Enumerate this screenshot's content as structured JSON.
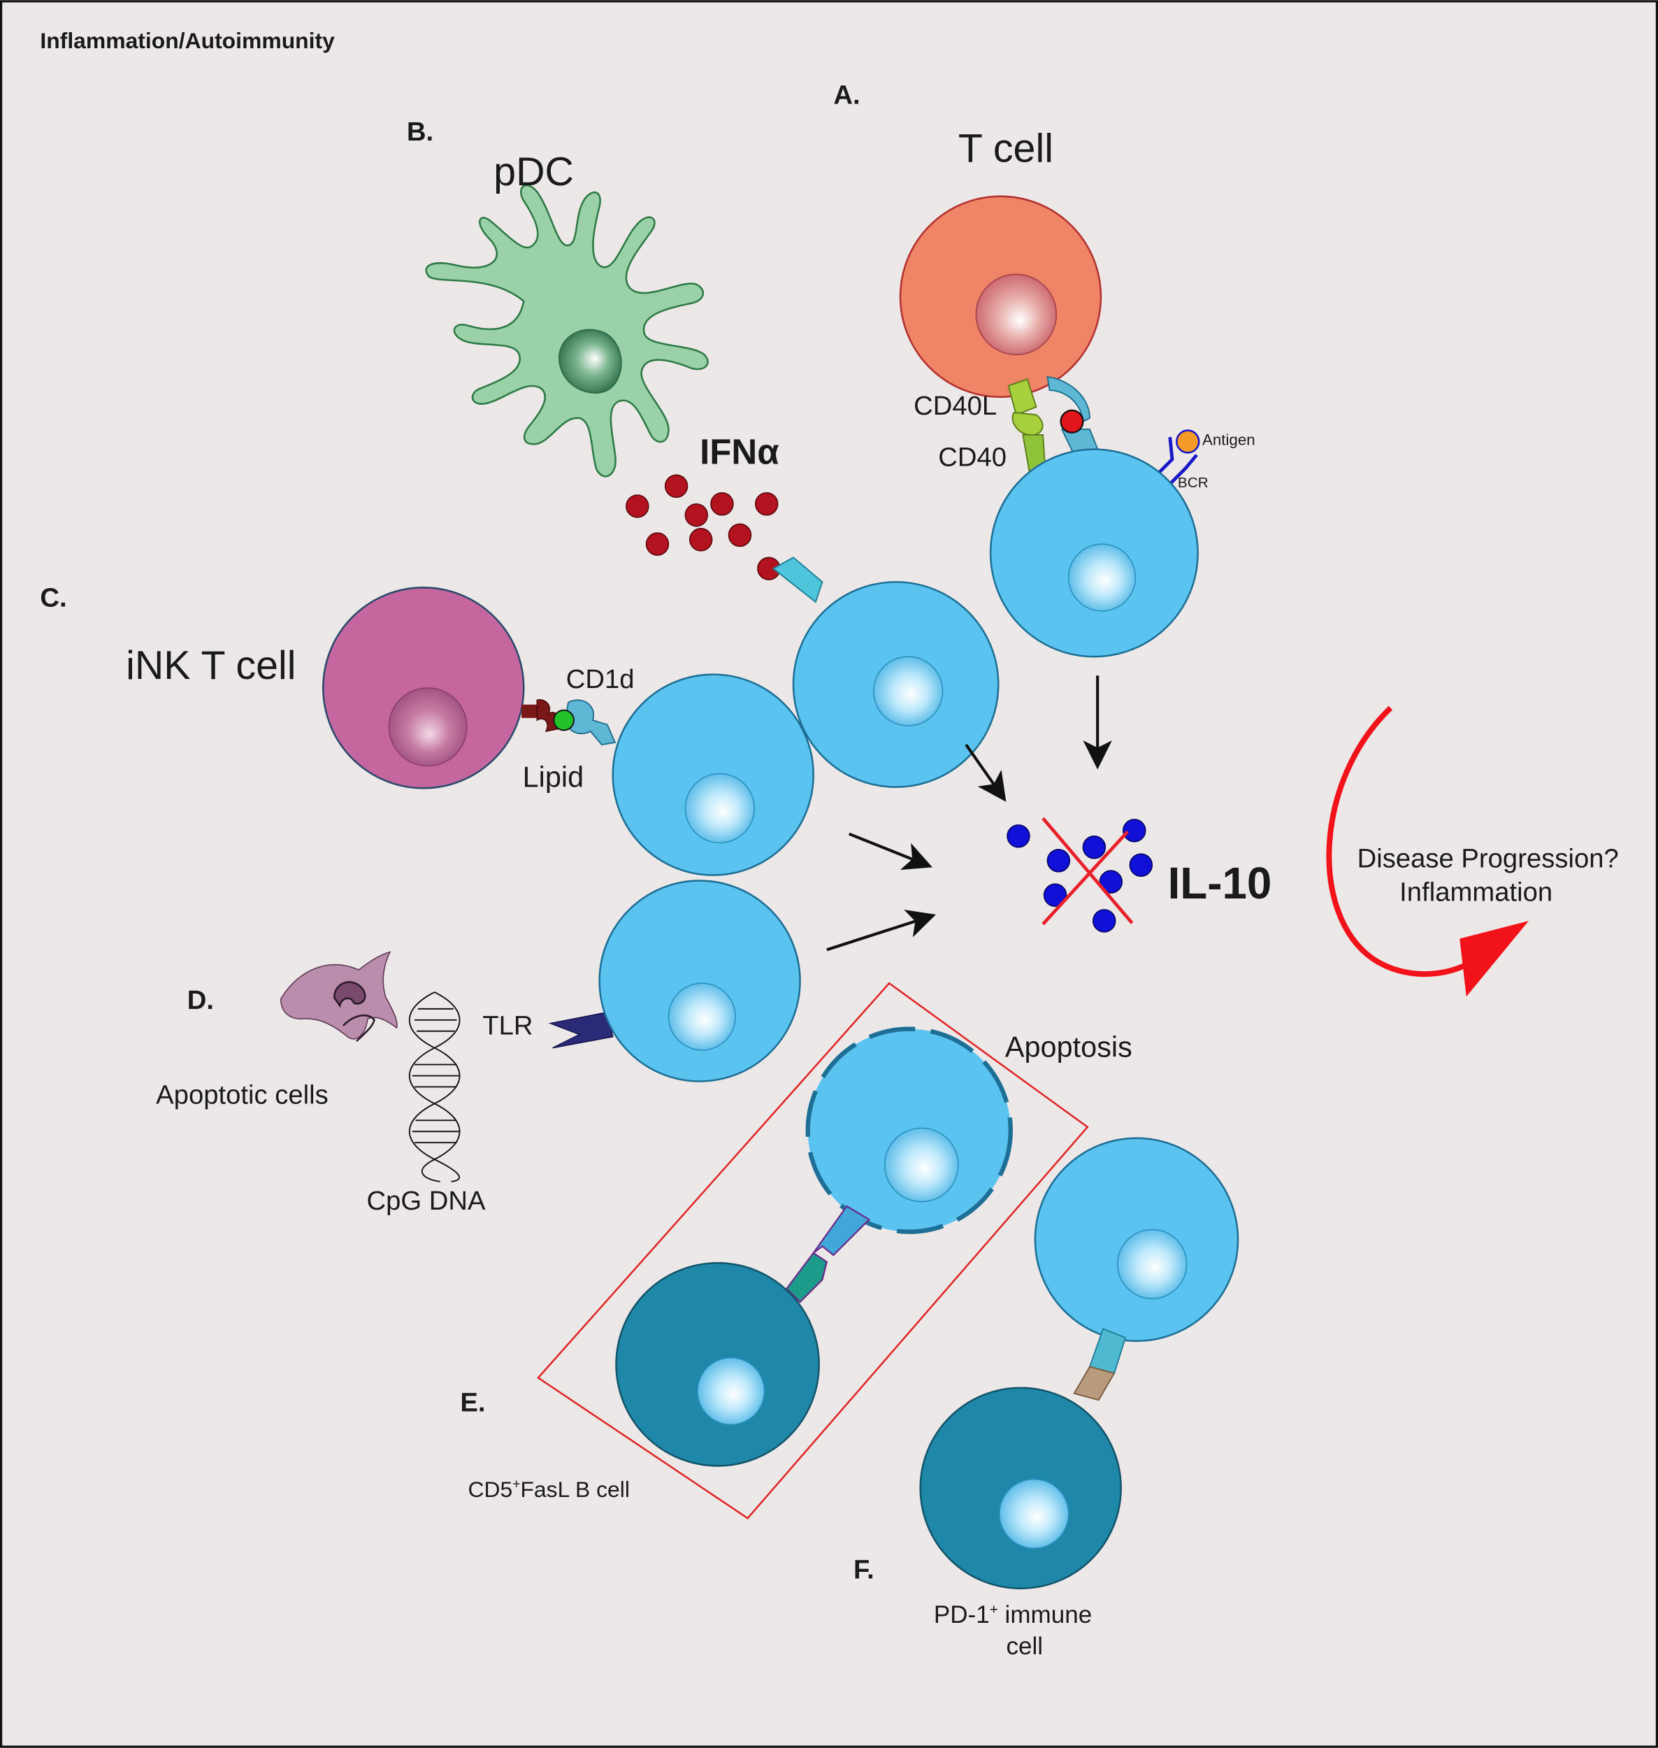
{
  "title": "Inflammation/Autoimmunity",
  "panels": {
    "a": "A.",
    "b": "B.",
    "c": "C.",
    "d": "D.",
    "e": "E.",
    "f": "F."
  },
  "labels": {
    "t_cell": "T cell",
    "pdc": "pDC",
    "ifna": "IFNα",
    "cd40l": "CD40L",
    "cd40": "CD40",
    "antigen": "Antigen",
    "bcr": "BCR",
    "inkt": "iNK T cell",
    "cd1d": "CD1d",
    "lipid": "Lipid",
    "il10": "IL-10",
    "disease_line1": "Disease Progression?",
    "disease_line2": "Inflammation",
    "tlr": "TLR",
    "apoptotic_cells": "Apoptotic cells",
    "cpg_dna": "CpG DNA",
    "apoptosis": "Apoptosis",
    "cd5_prefix": "CD5",
    "cd5_sup": "+",
    "cd5_suffix": "FasL B cell",
    "pd1_prefix": "PD-1",
    "pd1_sup": "+",
    "pd1_suffix": " immune",
    "pd1_line2": "cell"
  },
  "colors": {
    "background": "#ede8e8",
    "frame": "#111111",
    "b_cell": "#5bc3f0",
    "b_cell_dark": "#1f88a8",
    "t_cell": "#f08466",
    "inkt_cell": "#c5679e",
    "pdc": "#9bd1a8",
    "ifna_dot": "#b3121f",
    "il10_dot": "#1010d8",
    "cross": "#e8202a",
    "red_arrow": "#f2121a",
    "apoptosis_box": "#e02626"
  }
}
